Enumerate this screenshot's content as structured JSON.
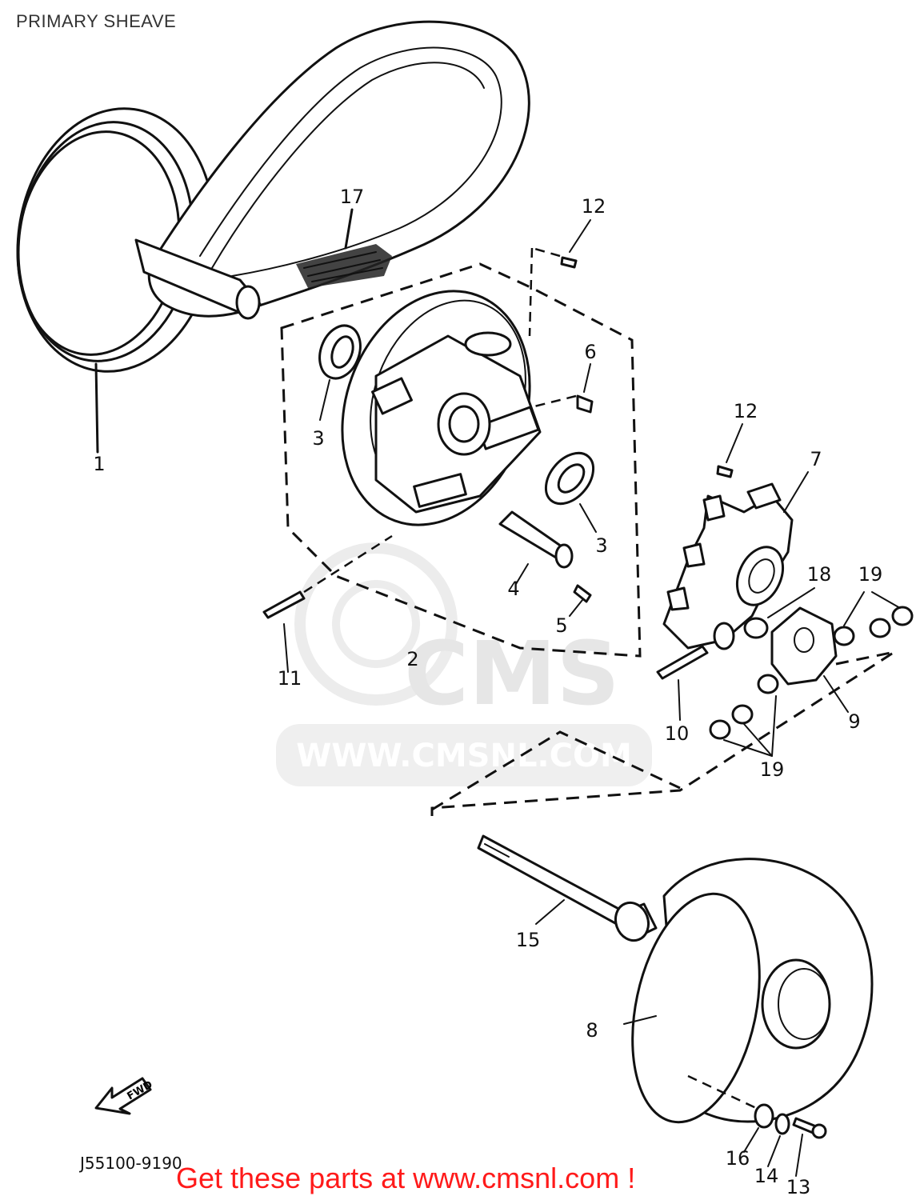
{
  "header": {
    "title": "PRIMARY SHEAVE"
  },
  "watermark": {
    "brand": "CMS",
    "url": "WWW.CMSNL.COM"
  },
  "diagram": {
    "callouts": [
      {
        "id": "c1",
        "text": "1"
      },
      {
        "id": "c2",
        "text": "2"
      },
      {
        "id": "c3a",
        "text": "3"
      },
      {
        "id": "c3b",
        "text": "3"
      },
      {
        "id": "c4",
        "text": "4"
      },
      {
        "id": "c5",
        "text": "5"
      },
      {
        "id": "c6",
        "text": "6"
      },
      {
        "id": "c7",
        "text": "7"
      },
      {
        "id": "c8",
        "text": "8"
      },
      {
        "id": "c9",
        "text": "9"
      },
      {
        "id": "c10",
        "text": "10"
      },
      {
        "id": "c11",
        "text": "11"
      },
      {
        "id": "c12a",
        "text": "12"
      },
      {
        "id": "c12b",
        "text": "12"
      },
      {
        "id": "c13",
        "text": "13"
      },
      {
        "id": "c14",
        "text": "14"
      },
      {
        "id": "c15",
        "text": "15"
      },
      {
        "id": "c16",
        "text": "16"
      },
      {
        "id": "c17",
        "text": "17"
      },
      {
        "id": "c18",
        "text": "18"
      },
      {
        "id": "c19a",
        "text": "19"
      },
      {
        "id": "c19b",
        "text": "19"
      }
    ],
    "fwd_label": "FWD",
    "drawing_code": "J55100-9190"
  },
  "footer": {
    "promo": "Get these parts at www.cmsnl.com !"
  },
  "colors": {
    "promo": "#ff1a1a",
    "title": "#333333",
    "line": "#111111"
  }
}
